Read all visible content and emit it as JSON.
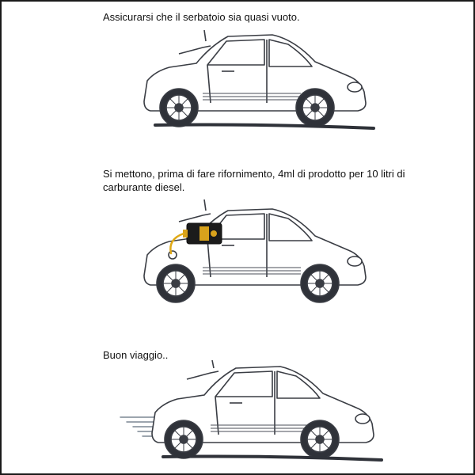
{
  "steps": [
    {
      "caption": "Assicurarsi che il serbatoio sia quasi vuoto."
    },
    {
      "caption": "Si mettono, prima di fare rifornimento, 4ml di prodotto per 10 litri di carburante diesel."
    },
    {
      "caption": "Buon viaggio.."
    }
  ],
  "colors": {
    "frame": "#1a1a1a",
    "car_fill": "#ffffff",
    "car_stroke": "#3a3d44",
    "tire": "#2f3239",
    "motion_lines": "#7b8794",
    "product_body": "#1b1b1b",
    "product_gold": "#d8a21c",
    "pour_stream": "#e0a915"
  },
  "icons": [
    "car-illustration",
    "product-bottle-icon",
    "pour-stream-icon",
    "motion-lines-icon"
  ]
}
